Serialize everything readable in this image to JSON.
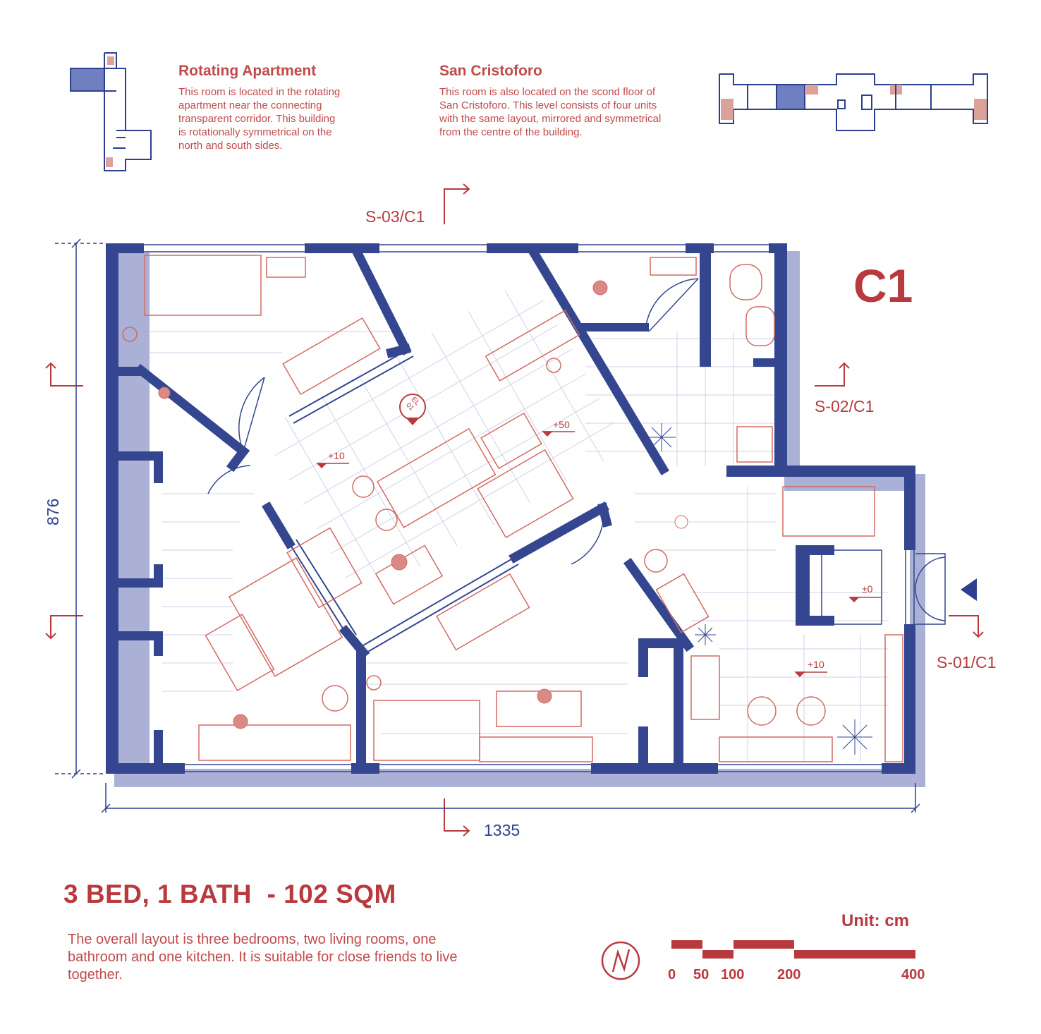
{
  "info_left": {
    "title": "Rotating Apartment",
    "lines": [
      "This room is located in the rotating",
      "apartment near the connecting",
      "transparent corridor. This building",
      "is rotationally symmetrical on the",
      "north and south sides."
    ]
  },
  "info_right": {
    "title": "San Cristoforo",
    "lines": [
      "This room is also located on the scond floor of",
      "San Cristoforo. This level consists of four units",
      "with the same layout, mirrored and symmetrical",
      "from the centre of the building."
    ]
  },
  "unit_label": "C1",
  "sections": {
    "s03": "S-03/C1",
    "s02": "S-02/C1",
    "s01": "S-01/C1"
  },
  "dimensions": {
    "height": "876",
    "width": "1335"
  },
  "levels": {
    "living_left": "+10",
    "kitchen": "+50",
    "entry": "±0",
    "living_right": "+10"
  },
  "elevator_tag": {
    "line1": "EL",
    "line2": "01"
  },
  "headline": "3 BED, 1 BATH  - 102 SQM",
  "summary_lines": [
    "The overall layout is three bedrooms, two living rooms, one",
    "bathroom and one kitchen. It is suitable for close friends to live",
    "together."
  ],
  "scale": {
    "unit_label": "Unit: cm",
    "ticks": [
      "0",
      "50",
      "100",
      "200",
      "400"
    ]
  },
  "colors": {
    "wall": "#33468f",
    "wall_shadow": "#aab0d6",
    "accent": "#b83a3e",
    "furniture": "#d98a84",
    "grid": "#c9cde6"
  }
}
